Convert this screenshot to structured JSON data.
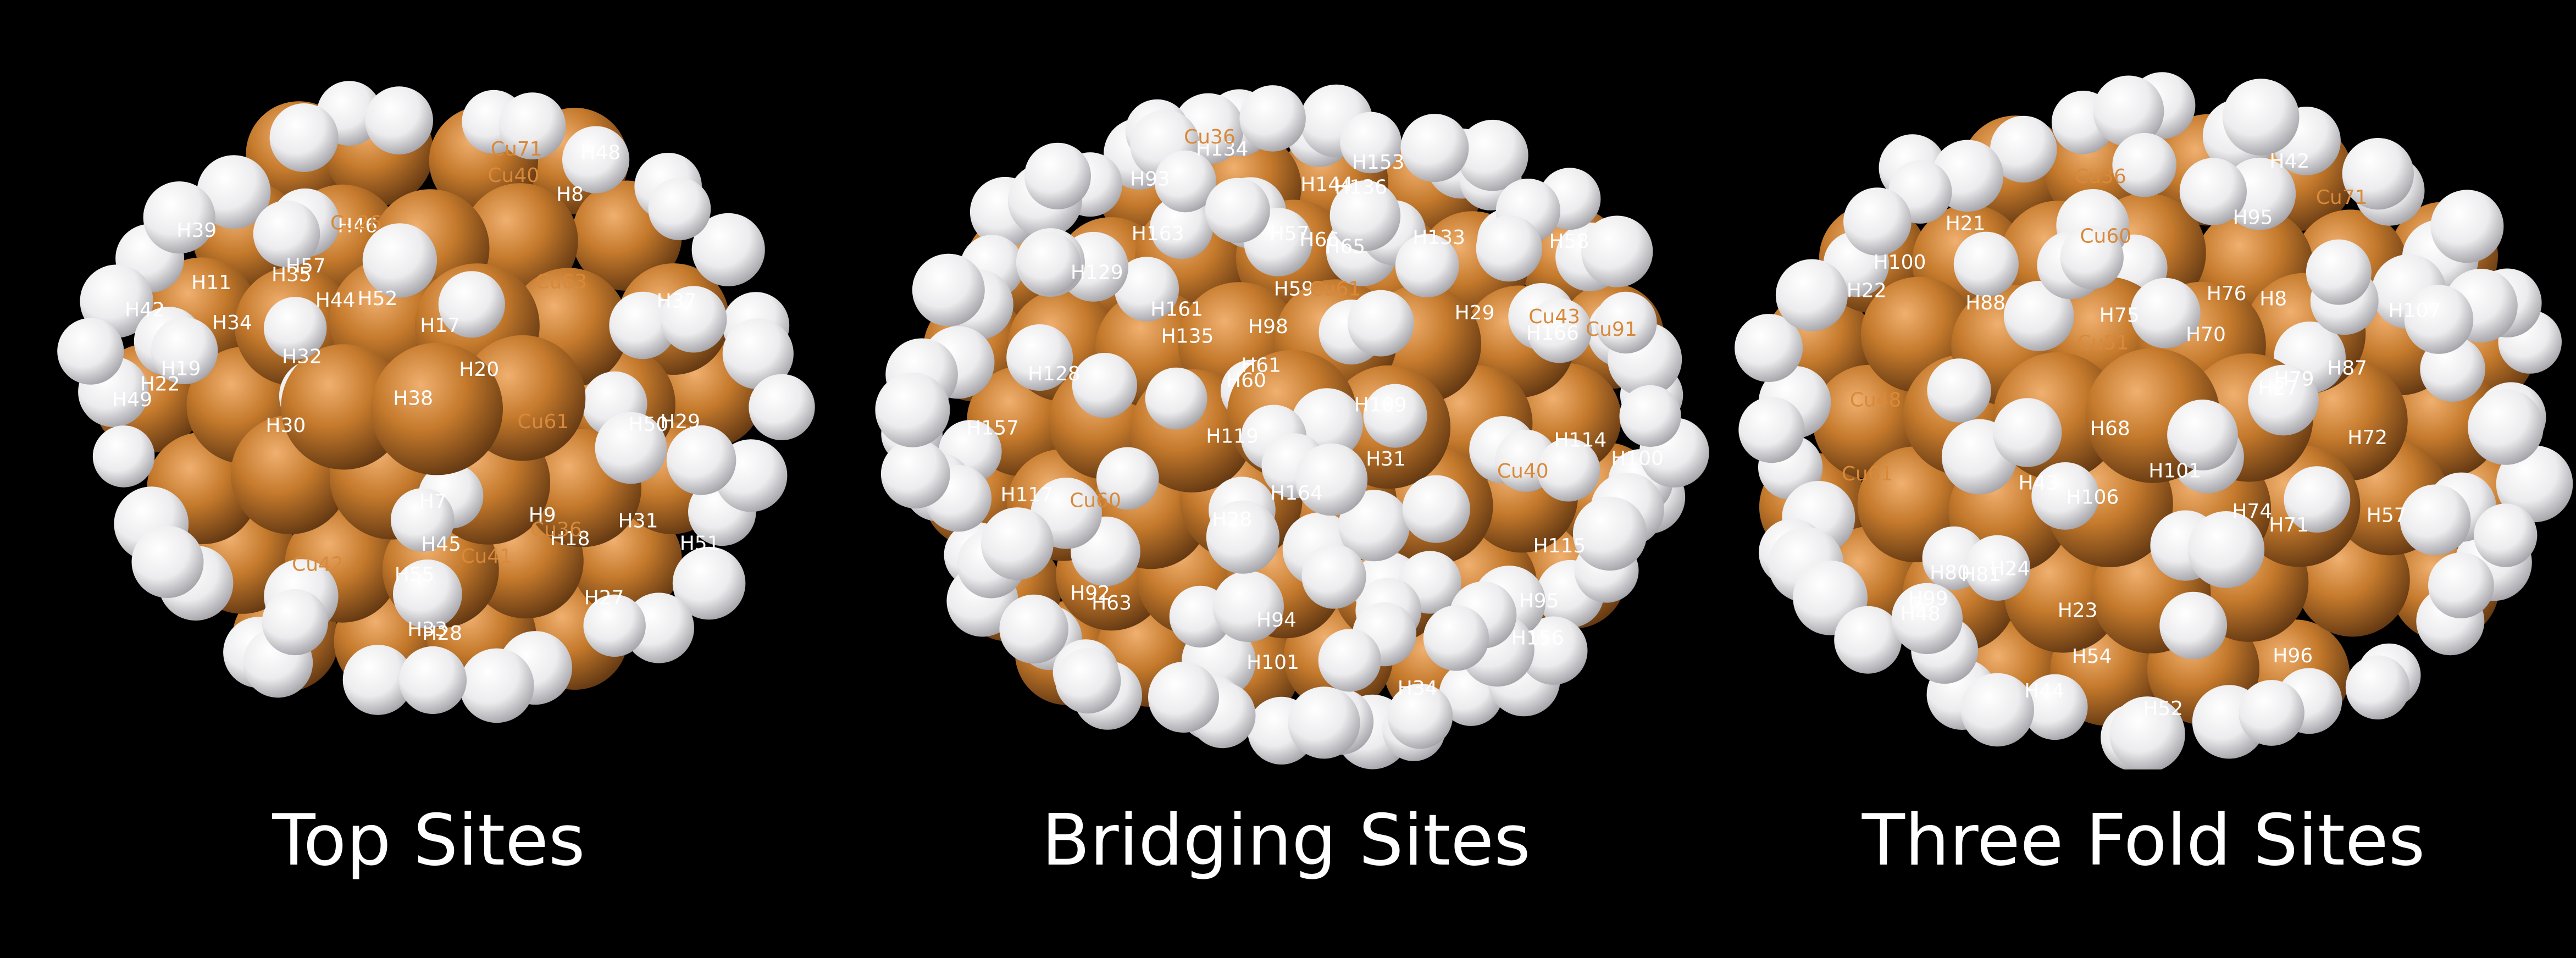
{
  "colors": {
    "background": "#000000",
    "copper": "#c57a2c",
    "copper_highlight": "#f0b070",
    "copper_shadow": "#5a3210",
    "hydrogen": "#ffffff",
    "hydrogen_shadow": "#9a9aa0",
    "label_h": "#ffffff",
    "label_cu": "#d8893a"
  },
  "panels": [
    {
      "caption": "Top Sites",
      "labels": [
        "H55",
        "H22",
        "H50",
        "H44",
        "H38",
        "H35",
        "H29",
        "H11",
        "H20",
        "H48",
        "H37",
        "H30",
        "H27",
        "H31",
        "H9",
        "H18",
        "H45",
        "H49",
        "H32",
        "H39",
        "H33",
        "H7",
        "H17",
        "H34",
        "H52",
        "H46",
        "H42",
        "H8",
        "H19",
        "H28",
        "H57",
        "H51",
        "Cu26",
        "Cu63",
        "Cu42",
        "Cu71",
        "Cu36",
        "Cu61",
        "Cu40",
        "Cu41"
      ]
    },
    {
      "caption": "Bridging Sites",
      "labels": [
        "H164",
        "H133",
        "H100",
        "H92",
        "H61",
        "H153",
        "H129",
        "H98",
        "H161",
        "H34",
        "H63",
        "H128",
        "H101",
        "H29",
        "H57",
        "H59",
        "H135",
        "H163",
        "H109",
        "H136",
        "H117",
        "H28",
        "H60",
        "H134",
        "H114",
        "H156",
        "H119",
        "H31",
        "H58",
        "H66",
        "H94",
        "H115",
        "H93",
        "H144",
        "H65",
        "H157",
        "H95",
        "H166",
        "Cu60",
        "Cu43",
        "Cu91",
        "Cu61",
        "Cu36",
        "Cu40"
      ]
    },
    {
      "caption": "Three Fold Sites",
      "labels": [
        "H54",
        "H74",
        "H72",
        "H71",
        "H70",
        "H27",
        "H96",
        "H95",
        "H81",
        "H22",
        "H42",
        "H100",
        "H80",
        "H75",
        "H23",
        "H44",
        "H79",
        "H76",
        "H99",
        "H87",
        "H21",
        "H43",
        "H68",
        "H8",
        "H48",
        "H88",
        "H106",
        "H24",
        "H101",
        "H52",
        "H107",
        "H57",
        "Cu48",
        "Cu71",
        "Cu60",
        "Cu51",
        "Cu61",
        "Cu36"
      ]
    }
  ]
}
